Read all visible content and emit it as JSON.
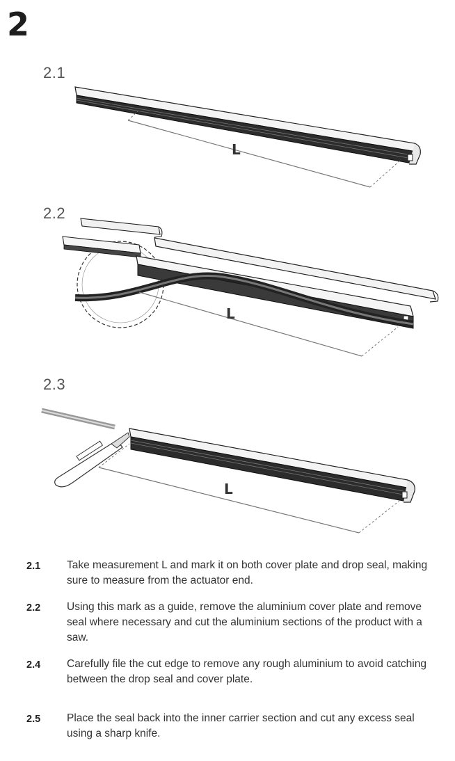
{
  "step": "2",
  "figures": [
    {
      "label": "2.1",
      "measure_label": "L"
    },
    {
      "label": "2.2",
      "measure_label": "L"
    },
    {
      "label": "2.3",
      "measure_label": "L"
    }
  ],
  "instructions": [
    {
      "number": "2.1",
      "text": "Take measurement L and mark it on both cover plate and drop seal, making sure to measure from the actuator end."
    },
    {
      "number": "2.2",
      "text": "Using this mark as a guide, remove the aluminium cover plate and remove seal where necessary and cut the aluminium sections of the product with a saw."
    },
    {
      "number": "2.4",
      "text": "Carefully file the cut edge to remove any rough aluminium to avoid catching between the drop seal and cover plate."
    },
    {
      "number": "2.5",
      "text": "Place the seal back into the inner carrier section and cut any excess seal using a sharp knife."
    }
  ]
}
